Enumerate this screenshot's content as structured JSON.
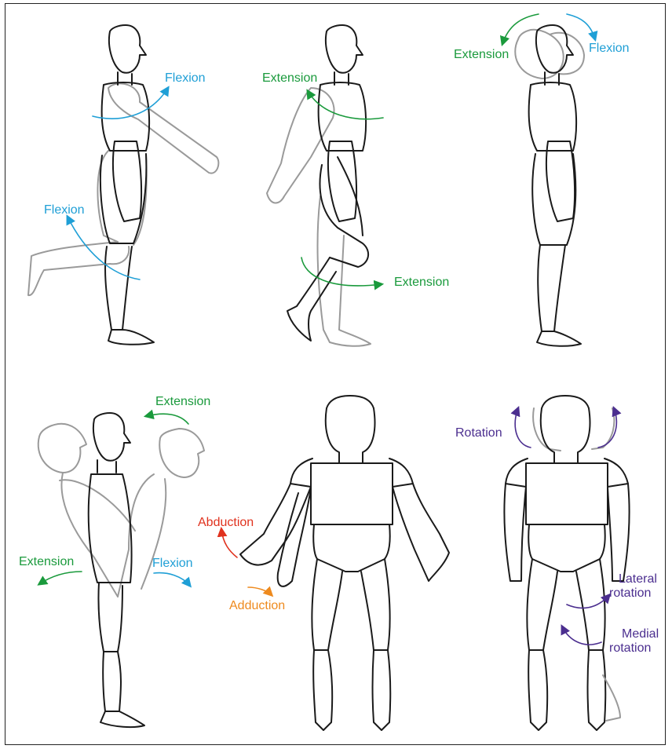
{
  "colors": {
    "flexion": "#1f9fd6",
    "extension": "#1a9a3c",
    "abduction": "#e0321e",
    "adduction": "#ee8a1e",
    "rotation": "#4b2e8f",
    "figure_line": "#1a1a1a",
    "ghost_line": "#9a9a9a"
  },
  "labels": {
    "p1_shoulder_flexion": "Flexion",
    "p1_hip_flexion": "Flexion",
    "p2_shoulder_extension": "Extension",
    "p2_hip_extension": "Extension",
    "p3_neck_extension": "Extension",
    "p3_neck_flexion": "Flexion",
    "p4_trunk_extension_top": "Extension",
    "p4_trunk_extension_left": "Extension",
    "p4_trunk_flexion": "Flexion",
    "p5_abduction": "Abduction",
    "p5_adduction": "Adduction",
    "p6_rotation": "Rotation",
    "p6_lateral_line1": "Lateral",
    "p6_lateral_line2": "rotation",
    "p6_medial_line1": "Medial",
    "p6_medial_line2": "rotation"
  }
}
